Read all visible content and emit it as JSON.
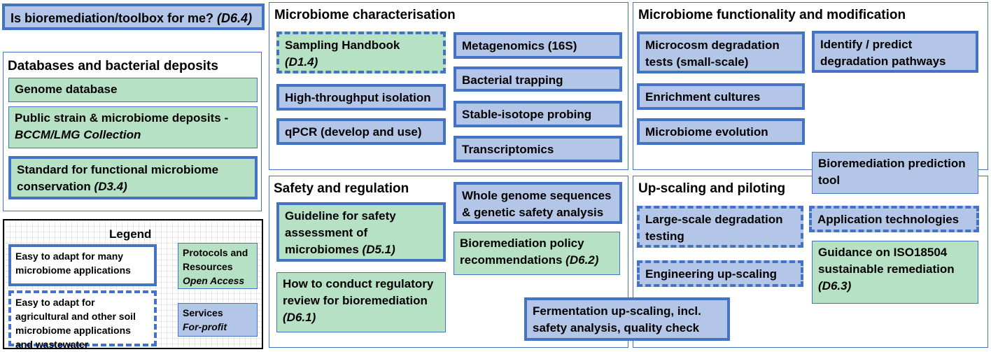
{
  "toolbox_question": {
    "text": "Is bioremediation/toolbox for me?",
    "ref": "(D6.4)"
  },
  "databases": {
    "title": "Databases and bacterial deposits",
    "genome": "Genome database",
    "public_deposits": {
      "text": "Public strain & microbiome deposits -",
      "italic": "BCCM/LMG Collection"
    },
    "standard": {
      "text": "Standard for functional microbiome conservation",
      "ref": "(D3.4)"
    }
  },
  "legend": {
    "title": "Legend",
    "solid_label": "Easy to adapt for many microbiome applications",
    "dashed_label": "Easy to adapt for agricultural and other soil microbiome applications and wastewater",
    "green_label": "Protocols and Resources",
    "green_sub": "Open Access",
    "blue_label": "Services",
    "blue_sub": "For-profit"
  },
  "characterisation": {
    "title": "Microbiome characterisation",
    "sampling": {
      "text": "Sampling Handbook",
      "ref": "(D1.4)"
    },
    "metagenomics": "Metagenomics (16S)",
    "bacterial_trapping": "Bacterial trapping",
    "high_throughput": "High-throughput isolation",
    "stable_isotope": "Stable-isotope probing",
    "qpcr": "qPCR (develop and use)",
    "transcriptomics": "Transcriptomics"
  },
  "functionality": {
    "title": "Microbiome functionality and modification",
    "microcosm": "Microcosm degradation tests (small-scale)",
    "identify": "Identify / predict degradation pathways",
    "enrichment": "Enrichment cultures",
    "evolution": "Microbiome evolution",
    "prediction_tool": "Bioremediation prediction tool"
  },
  "safety": {
    "title": "Safety and regulation",
    "whole_genome": "Whole  genome sequences & genetic safety analysis",
    "guideline": {
      "text": "Guideline for safety assessment of microbiomes",
      "ref": "(D5.1)"
    },
    "policy": {
      "text": "Bioremediation policy recommendations",
      "ref": "(D6.2)"
    },
    "regulatory": {
      "text": "How to conduct regulatory review for bioremediation",
      "ref": "(D6.1)"
    }
  },
  "upscaling": {
    "title": "Up-scaling and piloting",
    "large_scale": "Large-scale degradation testing",
    "application": "Application technologies",
    "engineering": "Engineering up-scaling",
    "iso": {
      "text": "Guidance on ISO18504 sustainable remediation",
      "ref": "(D6.3)"
    }
  },
  "fermentation": "Fermentation up-scaling, incl. safety analysis, quality check",
  "colors": {
    "outline": "#4472c4",
    "service_fill": "#b4c6e7",
    "resource_fill": "#b7e1c4"
  }
}
